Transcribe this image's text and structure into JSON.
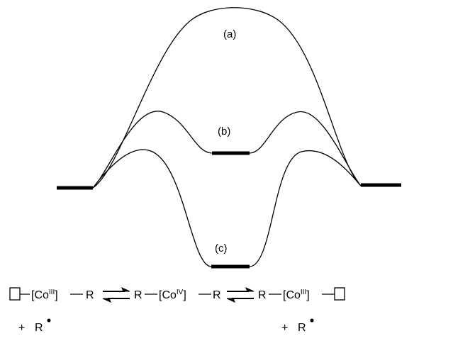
{
  "curves": {
    "a": {
      "label": "(a)"
    },
    "b": {
      "label": "(b)"
    },
    "c": {
      "label": "(c)"
    }
  },
  "scheme": {
    "left": {
      "bracket": "[Co",
      "ox": "III",
      "close": "]",
      "ligand": "R",
      "plus": "+",
      "radical": "R"
    },
    "middle": {
      "ligand_left": "R",
      "bracket": "[Co",
      "ox": "IV",
      "close": "]",
      "ligand_right": "R"
    },
    "right": {
      "ligand": "R",
      "bracket": "[Co",
      "ox": "III",
      "close": "]",
      "plus": "+",
      "radical": "R"
    }
  },
  "colors": {
    "ink": "#000000",
    "background": "#ffffff"
  }
}
